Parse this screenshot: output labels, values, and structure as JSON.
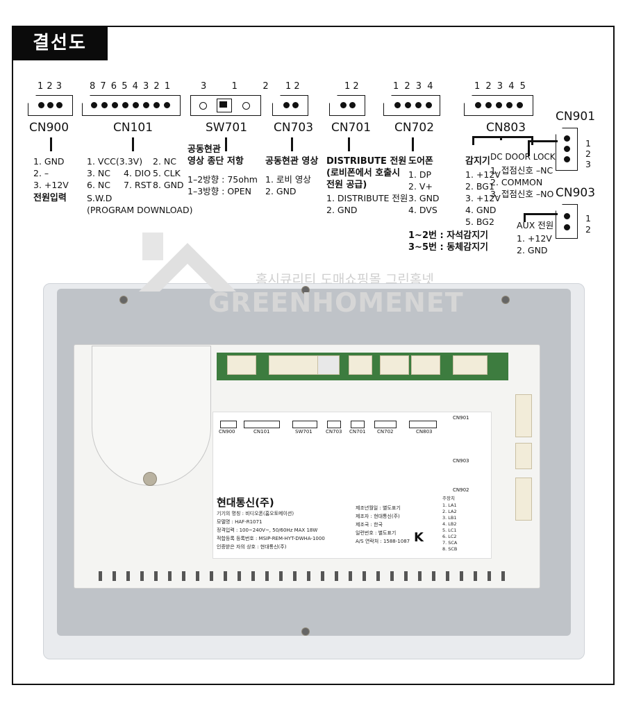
{
  "title": "결선도",
  "watermark": {
    "korean": "홈시큐리티 도매쇼핑몰 그린홈넷",
    "english": "GREENHOMENET"
  },
  "connectors": {
    "cn900": {
      "name": "CN900",
      "pins": "1 2 3",
      "lines": [
        "1. GND",
        "2. –",
        "3. +12V"
      ],
      "note": "전원입력"
    },
    "cn101": {
      "name": "CN101",
      "pins": "8 7 6 5 4 3 2 1",
      "lines_left": [
        "1. VCC(3.3V)",
        "3. NC",
        "6. NC"
      ],
      "lines_mid": [
        "2. NC",
        "4. DIO",
        "7. RST"
      ],
      "lines_right": [
        "",
        "5. CLK",
        "8. GND"
      ],
      "note1": "S.W.D",
      "note2": "(PROGRAM DOWNLOAD)"
    },
    "sw701": {
      "name": "SW701",
      "pins": "3   1   2",
      "head1": "공동현관",
      "head2": "영상 종단 저항",
      "lines": [
        "1–2방향 : 75ohm",
        "1–3방향 : OPEN"
      ]
    },
    "cn703": {
      "name": "CN703",
      "pins": "1 2",
      "head": "공동현관 영상",
      "lines": [
        "1. 로비 영상",
        "2. GND"
      ]
    },
    "cn701": {
      "name": "CN701",
      "pins": "1 2",
      "head1": "DISTRIBUTE 전원",
      "head2": "(로비폰에서 호출시",
      "head3": "전원 공급)",
      "lines": [
        "1. DISTRIBUTE 전원",
        "2. GND"
      ]
    },
    "cn702": {
      "name": "CN702",
      "pins": "1 2 3 4",
      "head": "도어폰",
      "lines": [
        "1. DP",
        "2. V+",
        "3. GND",
        "4. DVS"
      ],
      "foot1": "1~2번 : 자석감지기",
      "foot2": "3~5번 : 동체감지기"
    },
    "cn803": {
      "name": "CN803",
      "pins": "1 2 3 4 5",
      "head": "감지기",
      "lines": [
        "1. +12V",
        "2. BG1",
        "3. +12V",
        "4. GND",
        "5. BG2"
      ]
    },
    "cn901": {
      "name": "CN901",
      "head": "DC DOOR LOCK",
      "pins": [
        "1",
        "2",
        "3"
      ],
      "lines": [
        "1. 접점신호 –NC",
        "2. COMMON",
        "3. 접점신호 –NO"
      ]
    },
    "cn903": {
      "name": "CN903",
      "head": "AUX 전원",
      "pins": [
        "1",
        "2"
      ],
      "lines": [
        "1. +12V",
        "2. GND"
      ]
    }
  },
  "device_label": {
    "brand": "현대통신(주)",
    "rows_left": [
      "기기의 명칭 : 비디오폰(홈오토메이션)",
      "모델명 : HAF-R1071",
      "정격입력 : 100~240V~, 50/60Hz MAX 18W",
      "적합등록 등록번호 : MSIP-REM-HYT-DWHA-1000",
      "인증받은 자의 상호 : 현대통신(주)"
    ],
    "rows_right": [
      "제조년월일 : 별도표기",
      "제조자 : 현대통신(주)",
      "제조국 : 한국",
      "일련번호 : 별도표기",
      "A/S 연락처 : 1588-1087"
    ],
    "kc": "K",
    "cn902": {
      "name": "CN902",
      "head": "주장치",
      "lines": [
        "1. LA1",
        "2. LA2",
        "3. LB1",
        "4. LB2",
        "5. LC1",
        "6. LC2",
        "7. SCA",
        "8. SCB"
      ]
    }
  }
}
